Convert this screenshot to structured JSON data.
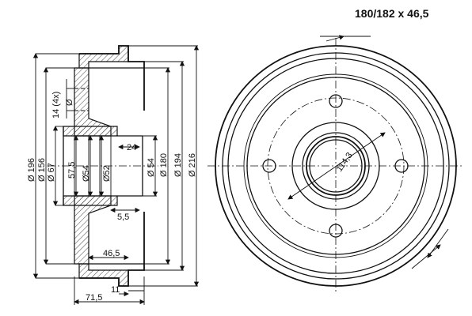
{
  "title": "180/182 x 46,5",
  "labels": {
    "d196": "Ø 196",
    "d156": "Ø 156",
    "d67": "Ø 67",
    "hole": "14 (4x)",
    "d": "Ø",
    "d57": "57,5",
    "d54a": "Ø54",
    "d52": "Ø52",
    "d24": "24",
    "d54b": "Ø 54",
    "d180": "Ø 180",
    "d194": "Ø 194",
    "d216": "Ø 216",
    "d55": "5,5",
    "d465": "46,5",
    "d715": "71,5",
    "d11": "11",
    "pcd": "114,3"
  }
}
